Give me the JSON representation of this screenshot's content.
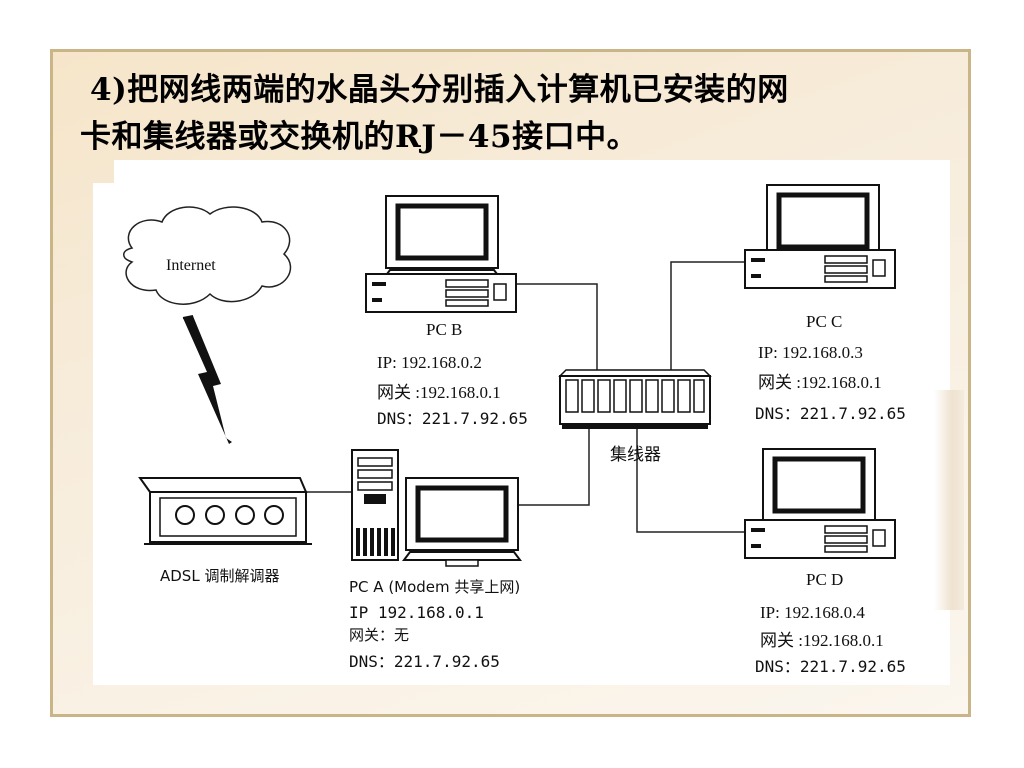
{
  "title": {
    "line1": "4)把网线两端的水晶头分别插入计算机已安装的网",
    "line2": "卡和集线器或交换机的RJ－45接口中。"
  },
  "diagram": {
    "internet_label": "Internet",
    "modem_label": "ADSL 调制解调器",
    "hub_label": "集线器",
    "pc_b": {
      "name": "PC B",
      "ip": "IP:   192.168.0.2",
      "gateway": "网关 :192.168.0.1",
      "dns": "DNS：221.7.92.65"
    },
    "pc_c": {
      "name": "PC C",
      "ip": "IP:   192.168.0.3",
      "gateway": "网关 :192.168.0.1",
      "dns": "DNS：221.7.92.65"
    },
    "pc_d": {
      "name": "PC  D",
      "ip": "IP:   192.168.0.4",
      "gateway": "网关 :192.168.0.1",
      "dns": "DNS：221.7.92.65"
    },
    "pc_a": {
      "name": "PC A (Modem 共享上网)",
      "ip": "IP   192.168.0.1",
      "gateway": "网关：无",
      "dns": "DNS：221.7.92.65"
    }
  },
  "colors": {
    "frame_border": "#c9b587",
    "slide_background": "#f6e5c9",
    "diagram_background": "#ffffff",
    "line": "#222222"
  }
}
